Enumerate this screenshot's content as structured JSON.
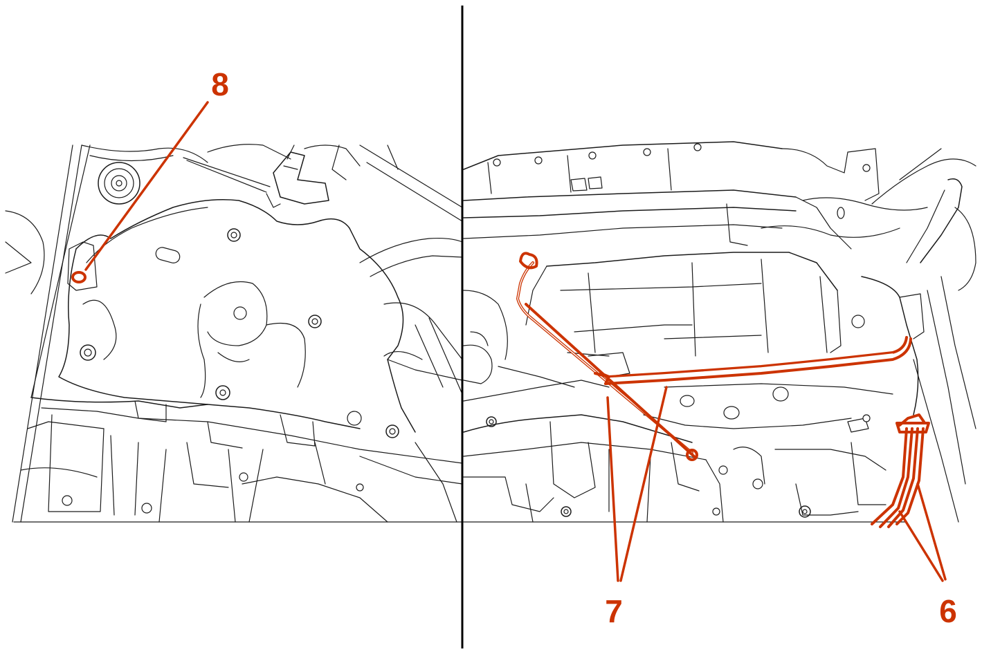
{
  "colors": {
    "highlight": "#cc3300",
    "line": "#1a1a1a",
    "divider": "#000000",
    "background": "#ffffff"
  },
  "callouts": {
    "left_panel": {
      "label": "8"
    },
    "right_panel_pipes": {
      "label": "7"
    },
    "right_panel_harness": {
      "label": "6"
    }
  }
}
